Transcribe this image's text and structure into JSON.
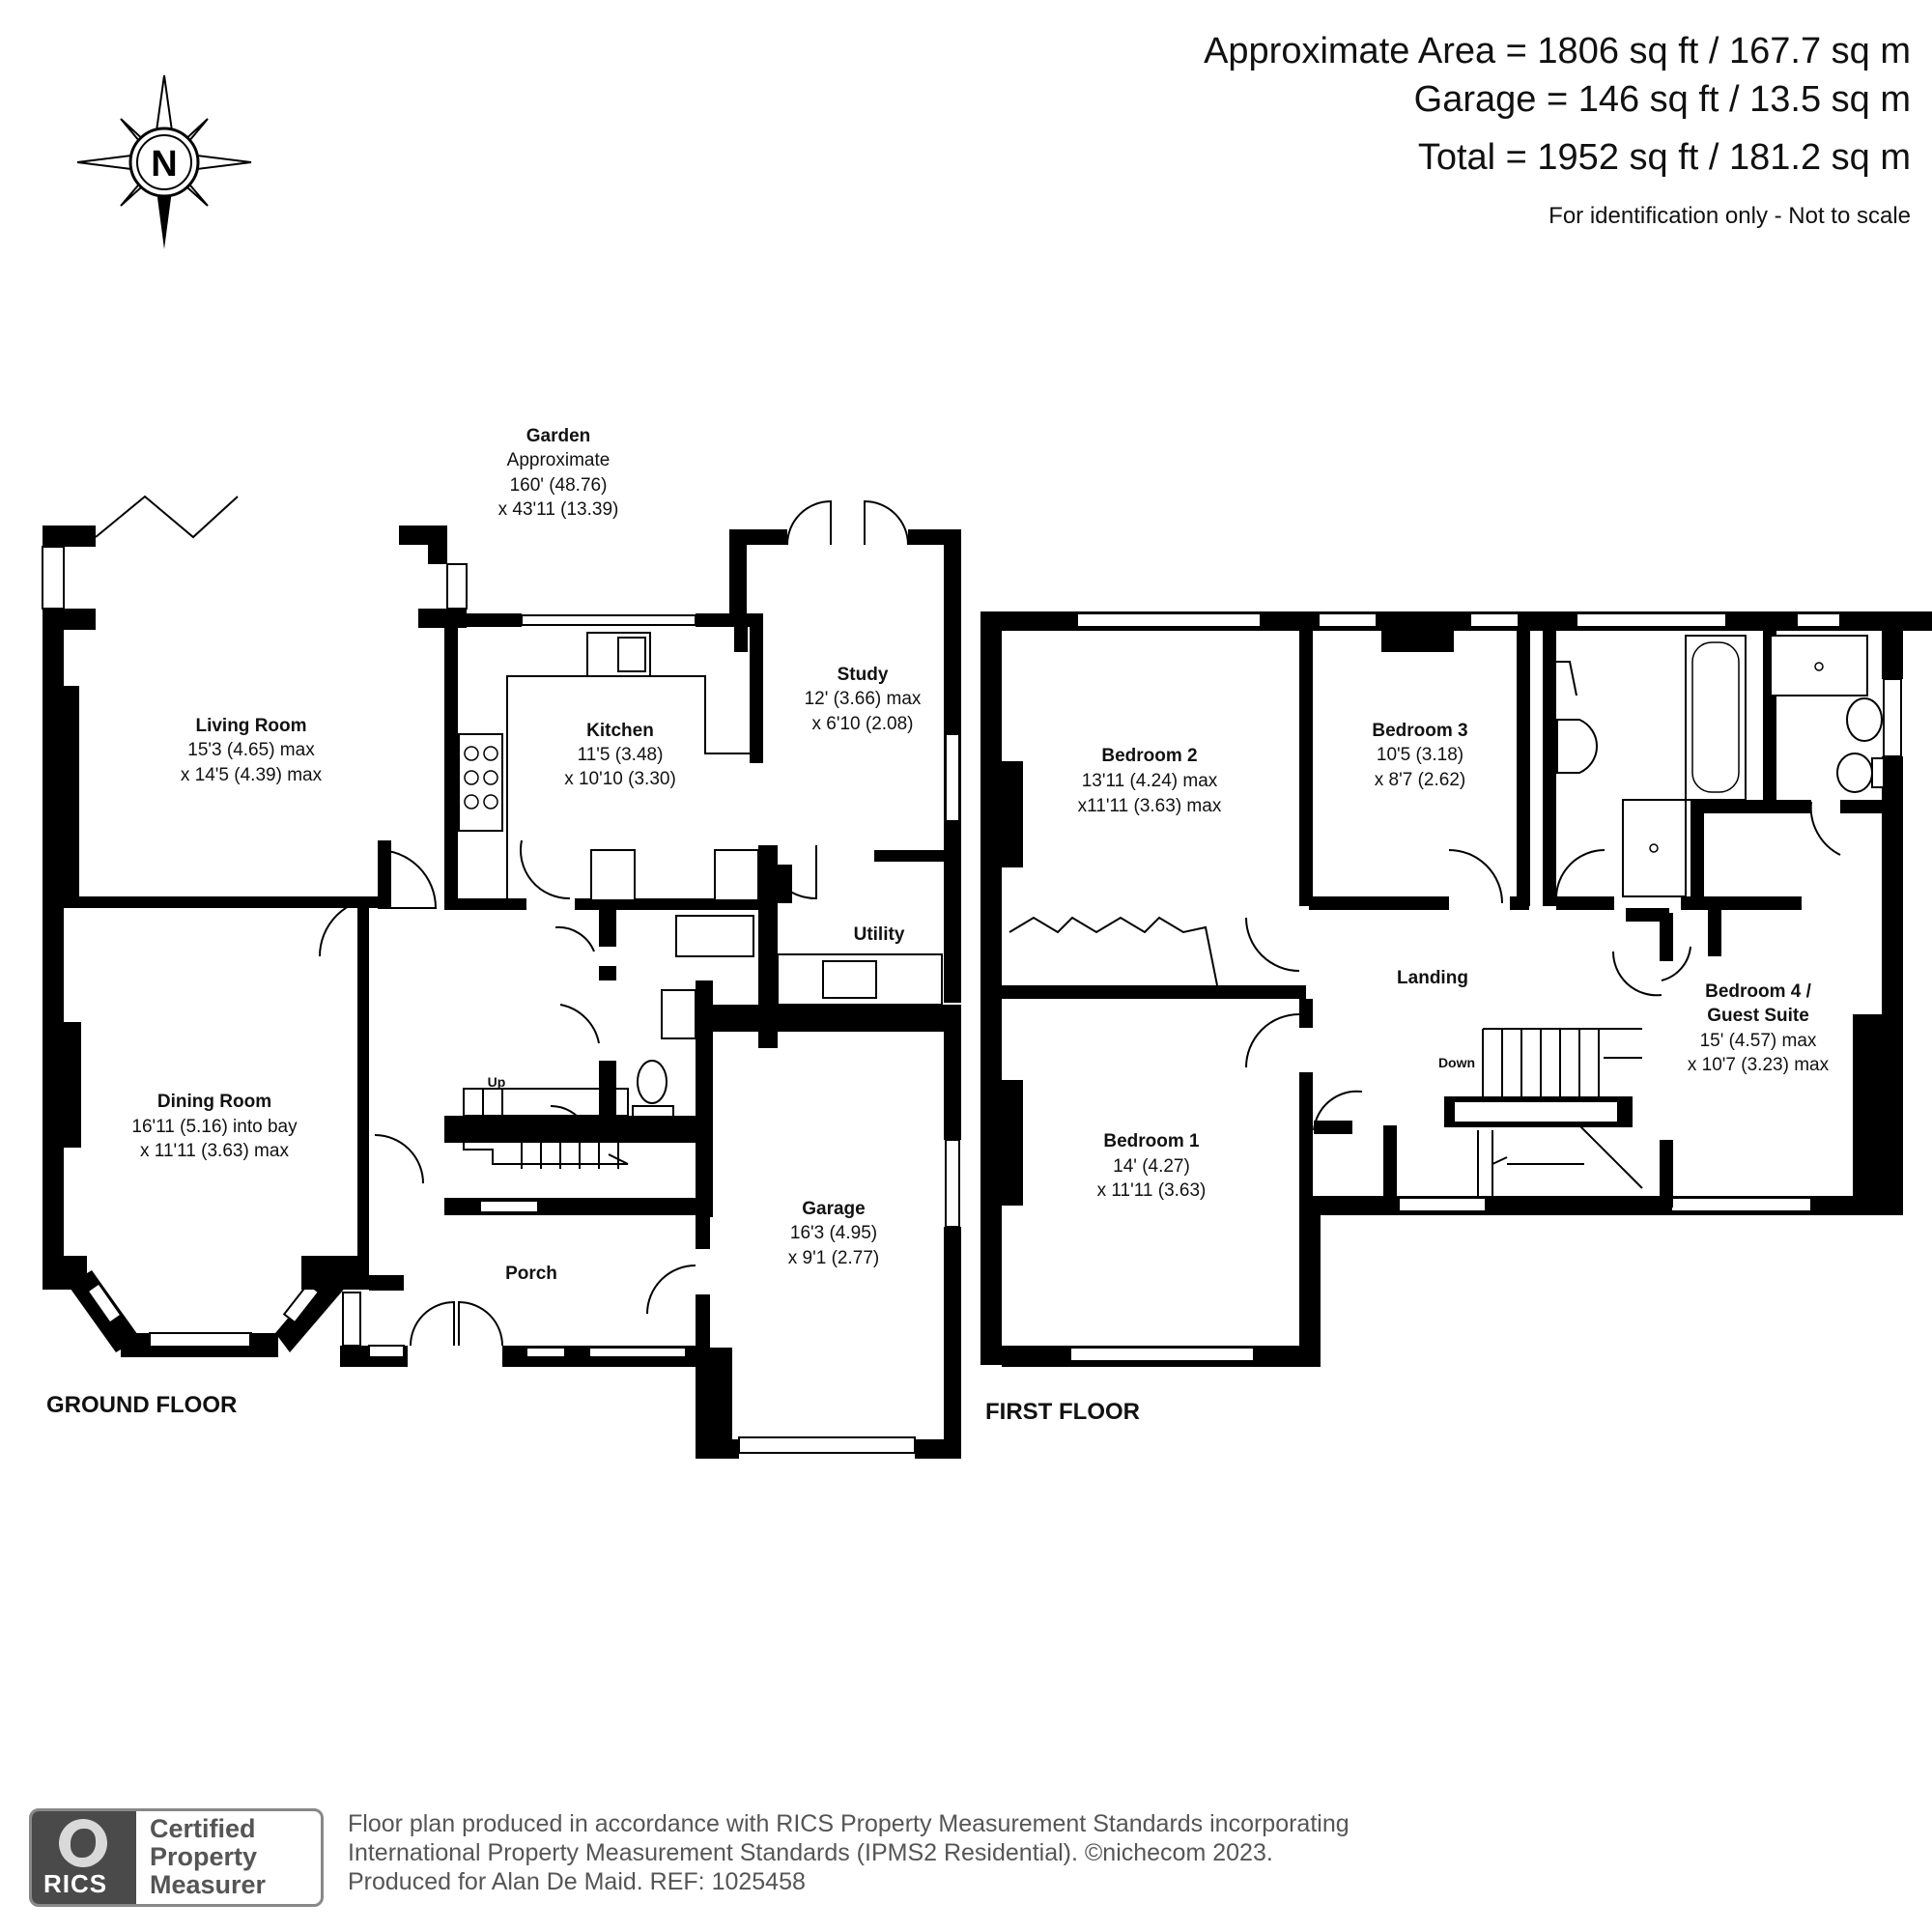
{
  "summary": {
    "approx_area": "Approximate Area = 1806 sq ft / 167.7 sq m",
    "garage_area": "Garage = 146 sq ft / 13.5 sq m",
    "total_area": "Total = 1952 sq ft / 181.2 sq m",
    "disclaimer": "For identification only - Not to scale"
  },
  "compass": {
    "label": "N",
    "icon": "compass-rose-icon"
  },
  "ground_floor": {
    "label": "GROUND FLOOR",
    "garden": {
      "name": "Garden",
      "line1": "Approximate",
      "line2": "160' (48.76)",
      "line3": "x 43'11 (13.39)"
    },
    "living_room": {
      "name": "Living Room",
      "dim1": "15'3 (4.65) max",
      "dim2": "x 14'5 (4.39) max"
    },
    "kitchen": {
      "name": "Kitchen",
      "dim1": "11'5 (3.48)",
      "dim2": "x 10'10 (3.30)"
    },
    "study": {
      "name": "Study",
      "dim1": "12' (3.66) max",
      "dim2": "x 6'10 (2.08)"
    },
    "utility": {
      "name": "Utility"
    },
    "dining_room": {
      "name": "Dining Room",
      "dim1": "16'11 (5.16) into bay",
      "dim2": "x 11'11 (3.63) max"
    },
    "garage": {
      "name": "Garage",
      "dim1": "16'3 (4.95)",
      "dim2": "x 9'1 (2.77)"
    },
    "porch": {
      "name": "Porch"
    },
    "stairs_up": "Up"
  },
  "first_floor": {
    "label": "FIRST FLOOR",
    "bedroom_2": {
      "name": "Bedroom 2",
      "dim1": "13'11 (4.24) max",
      "dim2": "x11'11 (3.63) max"
    },
    "bedroom_3": {
      "name": "Bedroom 3",
      "dim1": "10'5 (3.18)",
      "dim2": "x 8'7 (2.62)"
    },
    "landing": {
      "name": "Landing"
    },
    "bedroom_4": {
      "name1": "Bedroom 4 /",
      "name2": "Guest Suite",
      "dim1": "15' (4.57) max",
      "dim2": "x 10'7 (3.23) max"
    },
    "bedroom_1": {
      "name": "Bedroom 1",
      "dim1": "14' (4.27)",
      "dim2": "x 11'11 (3.63)"
    },
    "stairs_down": "Down"
  },
  "footer": {
    "rics_word": "RICS",
    "cert_line1": "Certified",
    "cert_line2": "Property",
    "cert_line3": "Measurer",
    "line1": "Floor plan produced in accordance with RICS Property Measurement Standards incorporating",
    "line2": "International Property Measurement Standards (IPMS2 Residential).   ©nichecom 2023.",
    "line3": "Produced for Alan De Maid.   REF: 1025458"
  },
  "colors": {
    "wall": "#000000",
    "footer_text": "#555555",
    "rics_grey": "#4a4a4a"
  }
}
